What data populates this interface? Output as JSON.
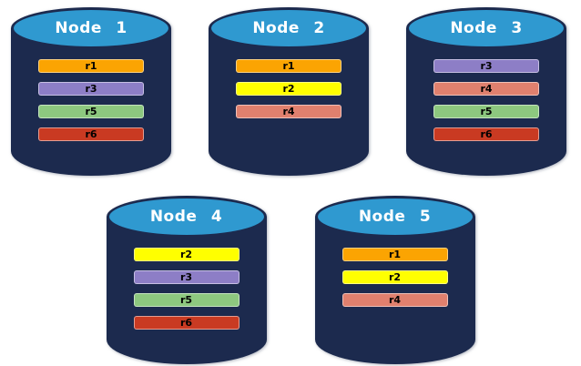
{
  "diagram": {
    "background": "#ffffff",
    "cylinder_body_color": "#1C2A4E",
    "cylinder_top_color": "#2F99D0",
    "cylinder_outline_color": "#1C2A4E",
    "node_label_text_color": "#ffffff",
    "bar_text_color": "#000000",
    "replica_colors": {
      "r1": "#FBA402",
      "r2": "#FFFF00",
      "r3": "#8D7EC6",
      "r4": "#E0806E",
      "r5": "#8DC87F",
      "r6": "#C93A22"
    },
    "nodes": [
      {
        "label": "Node 1",
        "replicas": [
          "r1",
          "r3",
          "r5",
          "r6"
        ]
      },
      {
        "label": "Node 2",
        "replicas": [
          "r1",
          "r2",
          "r4"
        ]
      },
      {
        "label": "Node 3",
        "replicas": [
          "r3",
          "r4",
          "r5",
          "r6"
        ]
      },
      {
        "label": "Node 4",
        "replicas": [
          "r2",
          "r3",
          "r5",
          "r6"
        ]
      },
      {
        "label": "Node 5",
        "replicas": [
          "r1",
          "r2",
          "r4"
        ]
      }
    ],
    "rows": [
      [
        0,
        1,
        2
      ],
      [
        3,
        4
      ]
    ]
  }
}
